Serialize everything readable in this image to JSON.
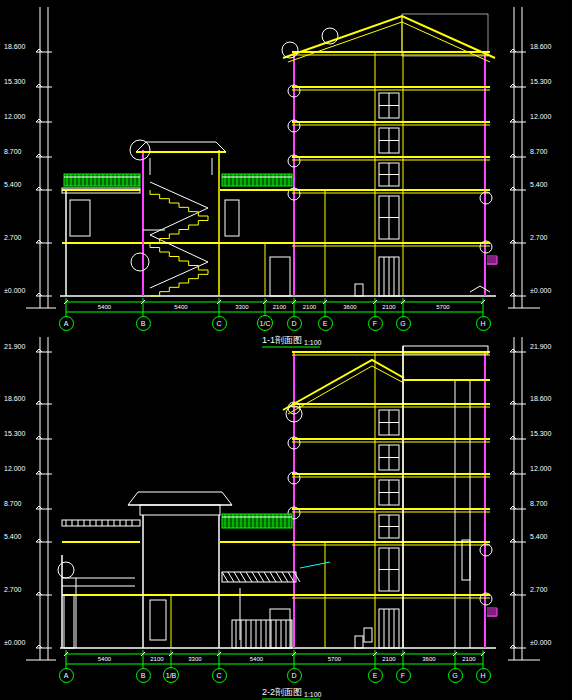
{
  "diagram": {
    "nodes": [
      {
        "text": [
          "A"
        ]
      },
      {
        "text": [
          "B"
        ]
      },
      {
        "text": [
          "C"
        ]
      },
      {
        "text": [
          "1/C"
        ]
      },
      {
        "text": [
          "D"
        ]
      },
      {
        "text": [
          "E"
        ]
      },
      {
        "text": [
          "F"
        ]
      },
      {
        "text": [
          "G"
        ]
      },
      {
        "text": [
          "H"
        ]
      },
      {
        "text": [
          "A"
        ]
      },
      {
        "text": [
          "B"
        ]
      },
      {
        "text": [
          "1/B"
        ]
      },
      {
        "text": [
          "C"
        ]
      },
      {
        "text": [
          "D"
        ]
      },
      {
        "text": [
          "E"
        ]
      },
      {
        "text": [
          "F"
        ]
      },
      {
        "text": [
          "G"
        ]
      },
      {
        "text": [
          "H"
        ]
      }
    ],
    "labels": [
      "1-1剖面图",
      "1:100",
      "2-2剖面图",
      "1:100",
      "18.600",
      "15.300",
      "12.000",
      "8.700",
      "5.400",
      "2.700",
      "±0.000",
      "18.600",
      "15.300",
      "12.000",
      "8.700",
      "5.400",
      "2.700",
      "±0.000",
      "21.900",
      "18.600",
      "15.300",
      "12.000",
      "8.700",
      "5.400",
      "2.700",
      "±0.000",
      "21.900",
      "18.600",
      "15.300",
      "12.000",
      "8.700",
      "5.400",
      "2.700",
      "±0.000",
      "5400",
      "5400",
      "3300",
      "2100",
      "2100",
      "3600",
      "2100",
      "5700",
      "5400",
      "2100",
      "3300",
      "5400",
      "5700",
      "2100",
      "3600",
      "2100"
    ]
  }
}
